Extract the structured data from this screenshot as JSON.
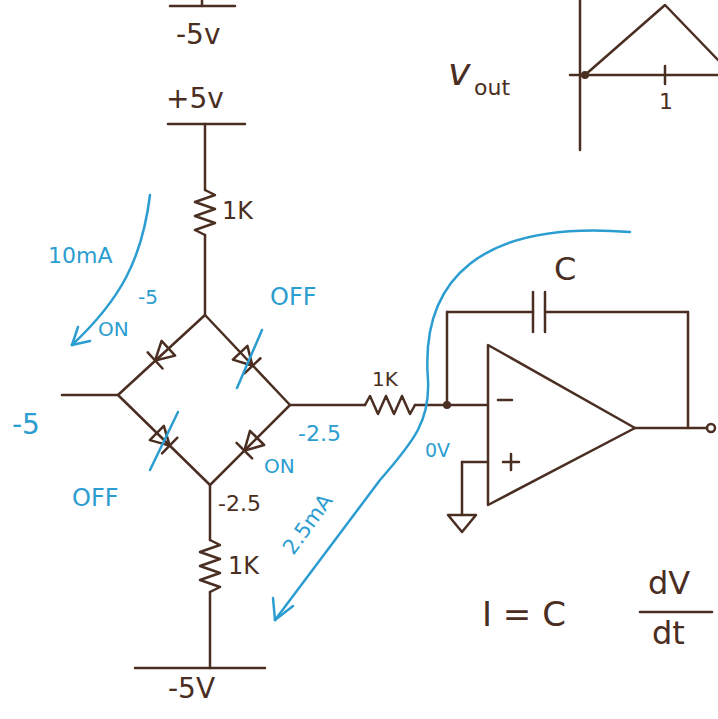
{
  "diagram": {
    "labels": [
      "-5v",
      "+5v",
      "1K",
      "10mA",
      "-5",
      "ON",
      "OFF",
      "-5",
      "1K",
      "-2.5",
      "ON",
      "0V",
      "OFF",
      "-2.5",
      "2.5mA",
      "1K",
      "-5V",
      "C",
      "v",
      "out",
      "1",
      "I = C",
      "dV",
      "dt"
    ]
  }
}
